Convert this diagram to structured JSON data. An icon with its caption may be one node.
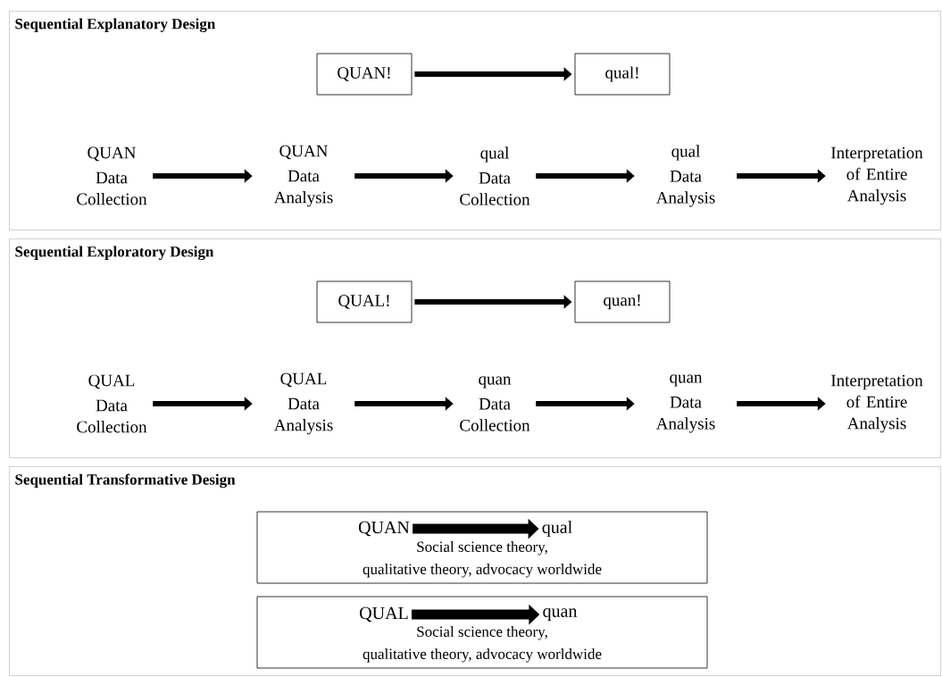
{
  "diagram": {
    "nodes": [
      {
        "text": [
          "Sequential Explanatory Design"
        ]
      },
      {
        "text": [
          "QUAN!"
        ],
        "in": 0
      },
      {
        "text": [
          "qual!"
        ],
        "in": 0
      },
      {
        "text": [
          "QUAN",
          "Data Collection"
        ],
        "in": 0
      },
      {
        "text": [
          "QUAN",
          "Data Analysis"
        ],
        "in": 0
      },
      {
        "text": [
          "qual",
          "Data Collection"
        ],
        "in": 0
      },
      {
        "text": [
          "qual",
          "Data Analysis"
        ],
        "in": 0
      },
      {
        "text": [
          "Interpretation of Entire Analysis"
        ],
        "in": 0
      },
      {
        "text": [
          "Sequential Exploratory Design"
        ]
      },
      {
        "text": [
          "QUAL!"
        ],
        "in": 8
      },
      {
        "text": [
          "quan!"
        ],
        "in": 8
      },
      {
        "text": [
          "QUAL",
          "Data Collection"
        ],
        "in": 8
      },
      {
        "text": [
          "QUAL",
          "Data Analysis"
        ],
        "in": 8
      },
      {
        "text": [
          "quan",
          "Data Collection"
        ],
        "in": 8
      },
      {
        "text": [
          "quan",
          "Data Analysis"
        ],
        "in": 8
      },
      {
        "text": [
          "Interpretation of Entire Analysis"
        ],
        "in": 8
      },
      {
        "text": [
          "Sequential Transformative Design"
        ]
      },
      {
        "text": [
          "Social science theory, qualitative theory, advocacy worldwide"
        ],
        "in": 16
      },
      {
        "text": [
          "QUAN"
        ],
        "in": 17
      },
      {
        "text": [
          "qual"
        ],
        "in": 17
      },
      {
        "text": [
          "Social science theory, qualitative theory, advocacy worldwide"
        ],
        "in": 16
      },
      {
        "text": [
          "QUAL"
        ],
        "in": 20
      },
      {
        "text": [
          "quan"
        ],
        "in": 20
      }
    ],
    "edges": [
      {
        "from": 1,
        "to": 2,
        "arrow": "to"
      },
      {
        "from": 3,
        "to": 4,
        "arrow": "to"
      },
      {
        "from": 4,
        "to": 5,
        "arrow": "to"
      },
      {
        "from": 5,
        "to": 6,
        "arrow": "to"
      },
      {
        "from": 6,
        "to": 7,
        "arrow": "to"
      },
      {
        "from": 9,
        "to": 10,
        "arrow": "to"
      },
      {
        "from": 11,
        "to": 12,
        "arrow": "to"
      },
      {
        "from": 12,
        "to": 13,
        "arrow": "to"
      },
      {
        "from": 13,
        "to": 14,
        "arrow": "to"
      },
      {
        "from": 14,
        "to": 15,
        "arrow": "to"
      },
      {
        "from": 18,
        "to": 19,
        "arrow": "to",
        "style": "thick"
      },
      {
        "from": 21,
        "to": 22,
        "arrow": "to",
        "style": "thick"
      }
    ]
  }
}
